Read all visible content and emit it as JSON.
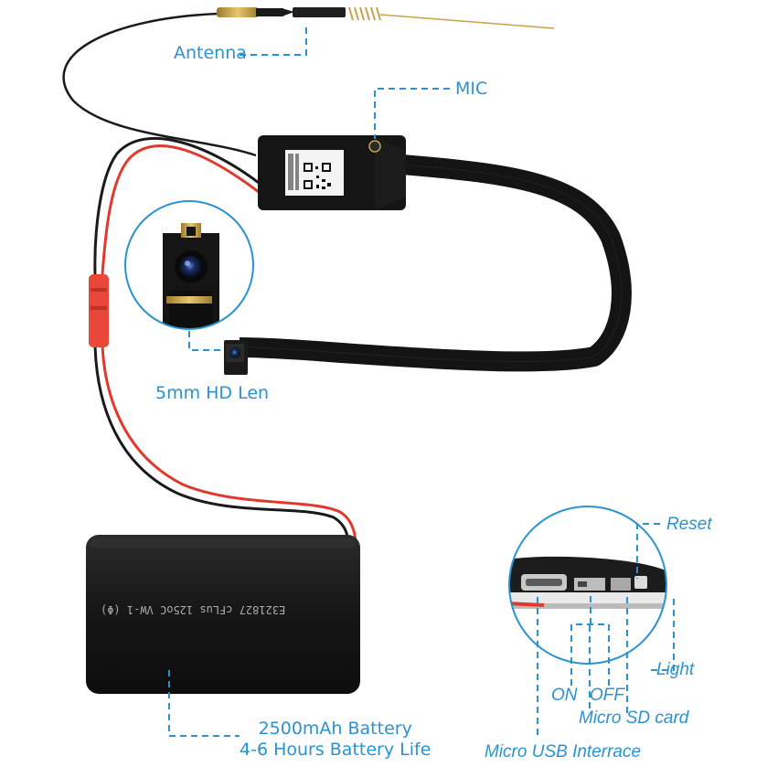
{
  "labels": {
    "antenna": "Antenna",
    "mic": "MIC",
    "lens": "5mm HD Len",
    "battery_line1": "2500mAh Battery",
    "battery_line2": "4-6 Hours Battery Life",
    "reset": "Reset",
    "light": "Light",
    "on": "ON",
    "off": "OFF",
    "sd_card": "Micro SD card",
    "usb": "Micro USB Interrace"
  },
  "battery_print": "E321827  cFLus  125oC  VW-1  (Φ)",
  "colors": {
    "label_blue": "#2a93cf",
    "leader_blue": "#2a93cf",
    "wire_red": "#e03a2e",
    "wire_black": "#1a1a1a",
    "body_black": "#151515",
    "gold": "#c8a24a"
  }
}
